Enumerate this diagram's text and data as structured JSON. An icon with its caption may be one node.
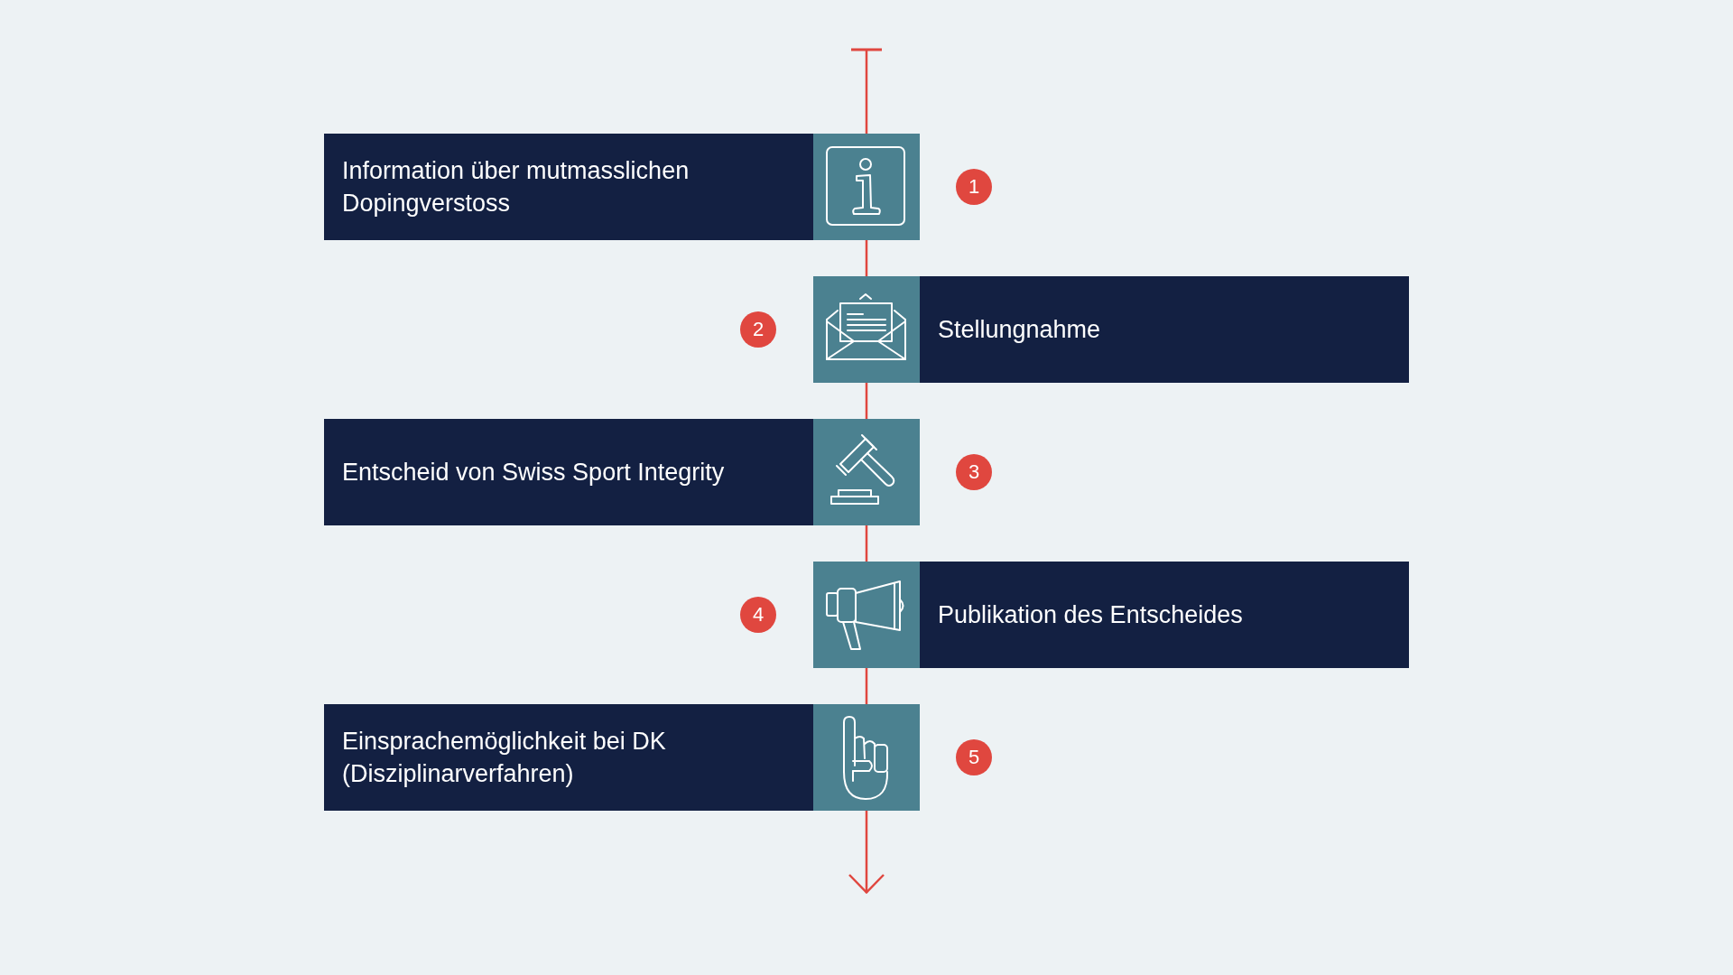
{
  "diagram": {
    "nodes": [
      {
        "text": [
          "Information über mutmasslichen Dopingverstoss"
        ],
        "beside": [
          "1"
        ]
      },
      {
        "text": [
          "Stellungnahme"
        ],
        "beside": [
          "2"
        ]
      },
      {
        "text": [
          "Entscheid von Swiss Sport Integrity"
        ],
        "beside": [
          "3"
        ]
      },
      {
        "text": [
          "Publikation des Entscheides"
        ],
        "beside": [
          "4"
        ]
      },
      {
        "text": [
          "Einsprachemöglichkeit bei DK (Disziplinarverfahren)"
        ],
        "beside": [
          "5"
        ]
      }
    ],
    "edges": [
      {
        "from": null,
        "to": 0,
        "arrow": "other"
      },
      {
        "from": 0,
        "to": 1,
        "arrow": "none"
      },
      {
        "from": 1,
        "to": 2,
        "arrow": "none"
      },
      {
        "from": 2,
        "to": 3,
        "arrow": "none"
      },
      {
        "from": 3,
        "to": 4,
        "arrow": "none"
      },
      {
        "from": 4,
        "to": null,
        "arrow": "to"
      }
    ]
  }
}
